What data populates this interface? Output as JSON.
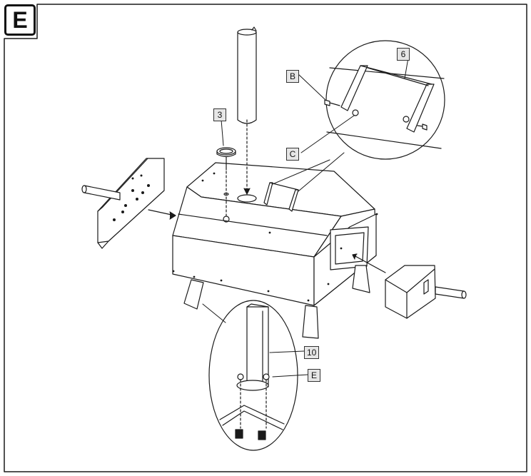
{
  "step": {
    "letter": "E"
  },
  "callouts": {
    "part_3": "3",
    "part_6": "6",
    "part_10": "10",
    "hw_B": "B",
    "hw_C": "C",
    "hw_E": "E"
  }
}
